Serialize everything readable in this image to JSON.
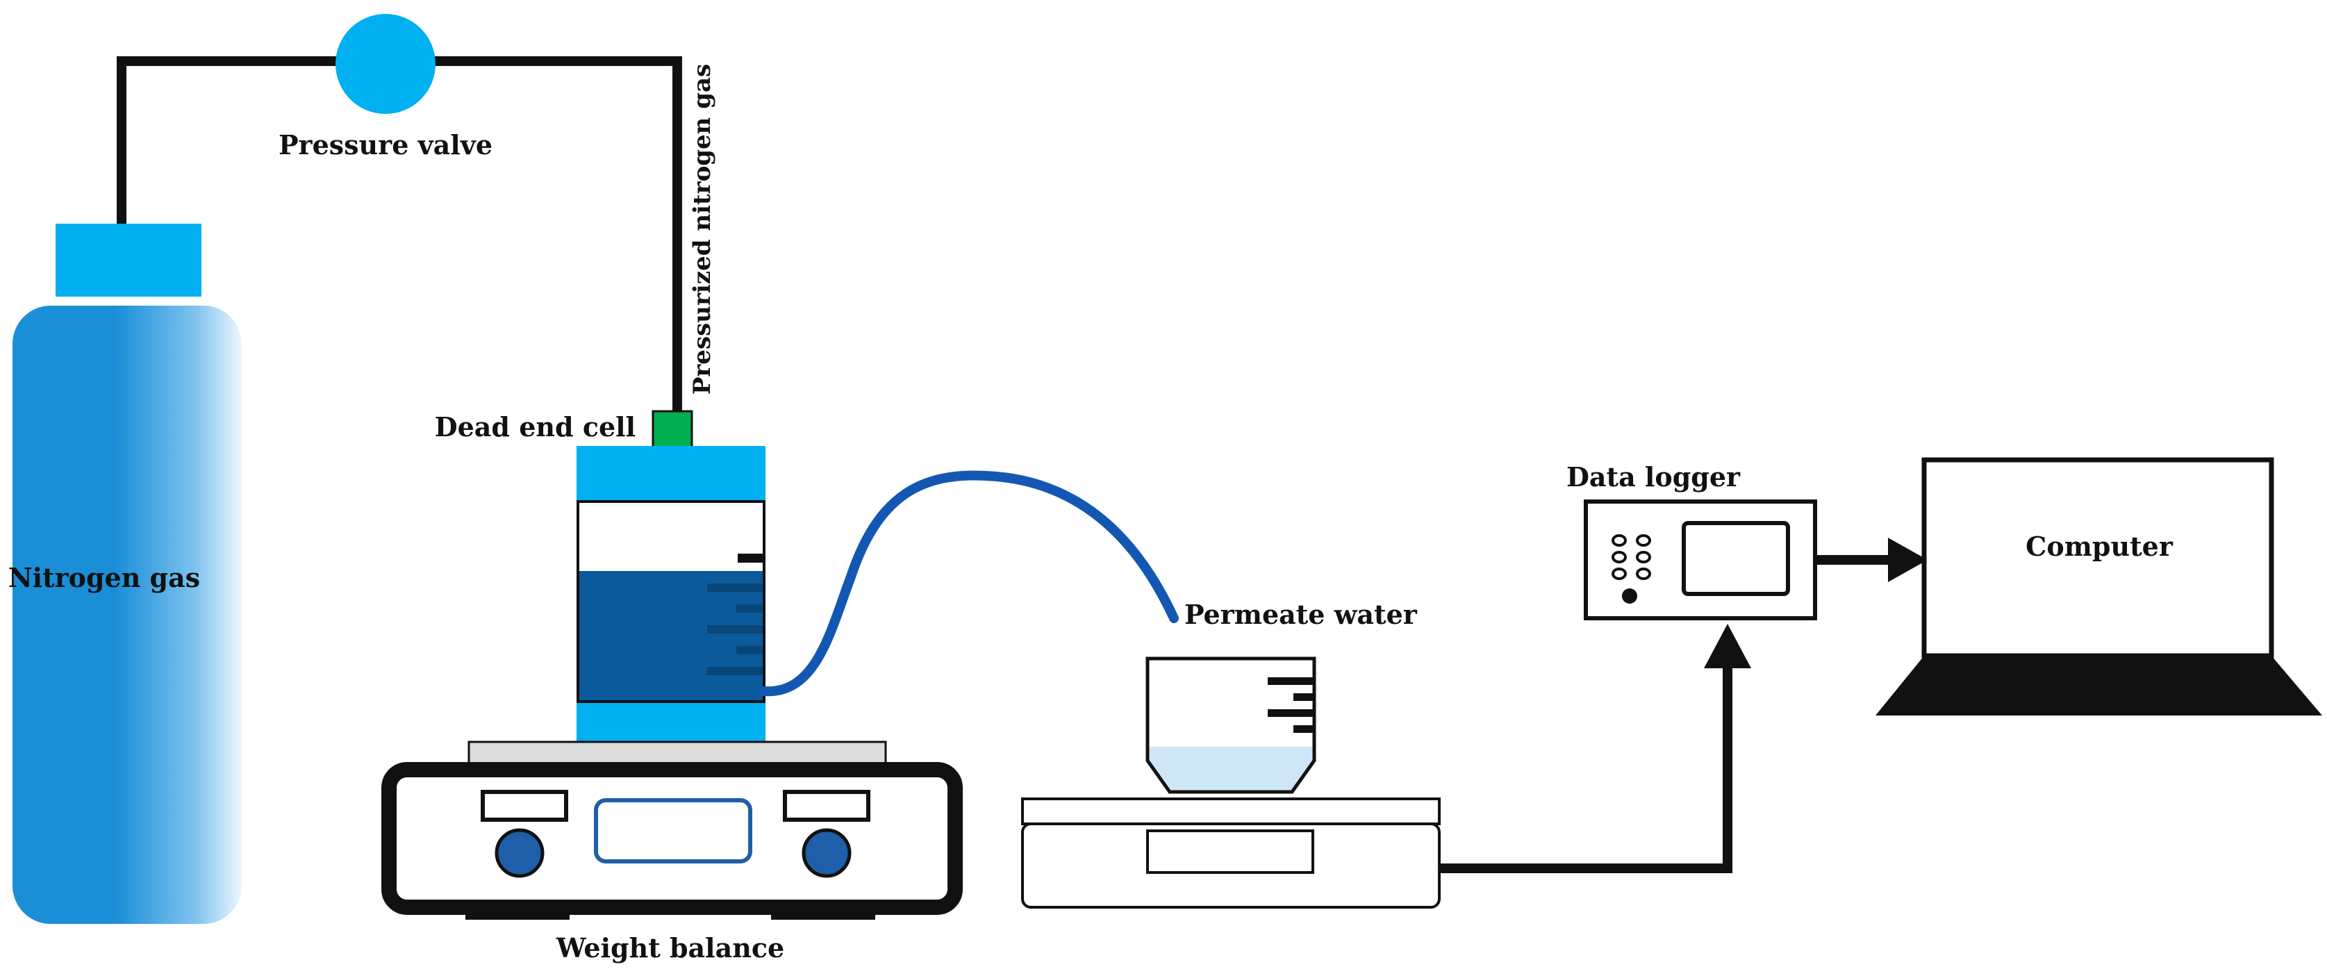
{
  "labels": {
    "nitrogen_gas": "Nitrogen gas",
    "pressure_valve": "Pressure valve",
    "pressurized_nitrogen_gas": "Pressurized nitrogen gas",
    "dead_end_cell": "Dead end cell",
    "weight_balance": "Weight balance",
    "permeate_water": "Permeate water",
    "data_logger": "Data logger",
    "computer": "Computer"
  },
  "colors": {
    "line": "#111111",
    "cylinder_blue": "#1a8fd8",
    "cap_blue": "#00b0f0",
    "valve_blue": "#00b0f0",
    "fitting_green": "#00b050",
    "water_dark": "#0b5a9c",
    "tube_blue": "#1457b3",
    "permeate_light": "#cfe6f7",
    "knob_blue": "#1f5ea8",
    "balance_top": "#dcdcdc"
  }
}
